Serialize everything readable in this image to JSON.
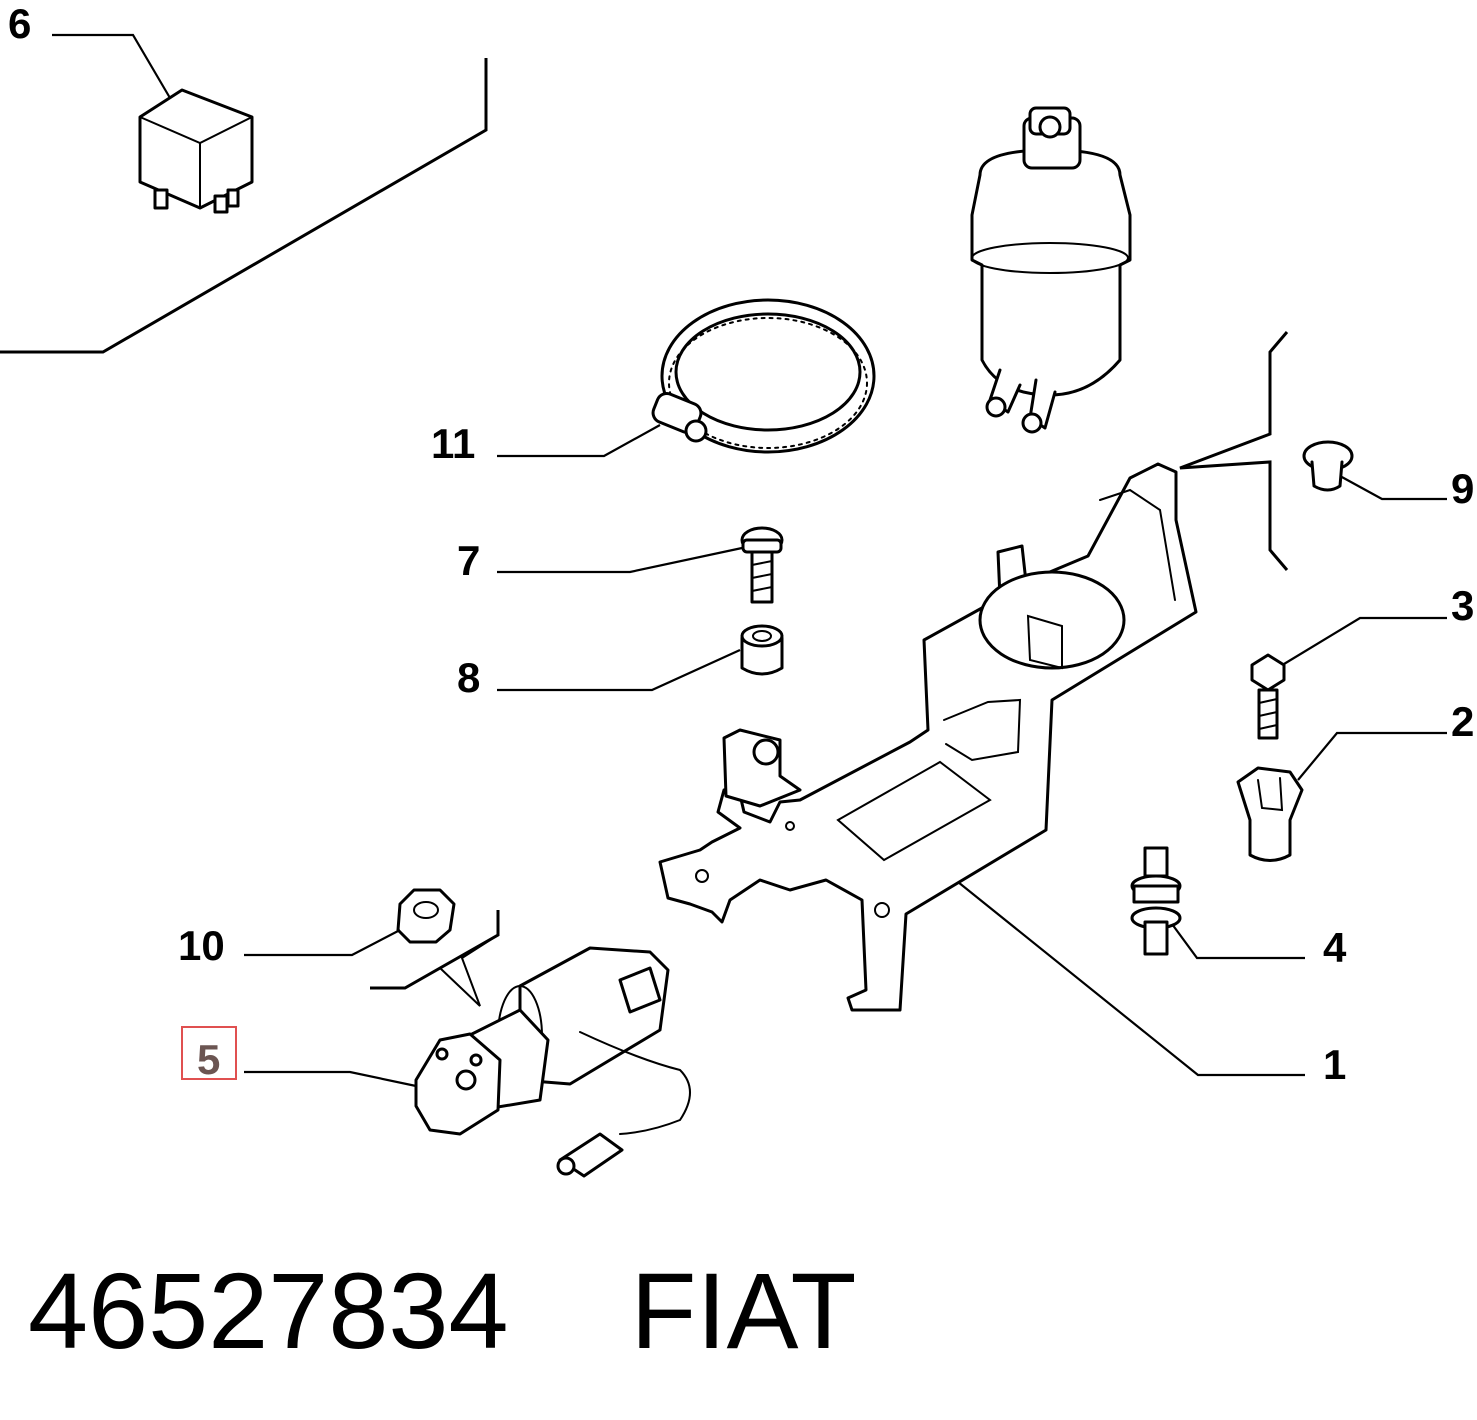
{
  "callouts": {
    "c1": "1",
    "c2": "2",
    "c3": "3",
    "c4": "4",
    "c5": "5",
    "c6": "6",
    "c7": "7",
    "c8": "8",
    "c9": "9",
    "c10": "10",
    "c11": "11"
  },
  "highlight_callout": "5",
  "highlight_color": "#e05050",
  "footer": {
    "part_number": "46527834",
    "brand": "FIAT"
  }
}
